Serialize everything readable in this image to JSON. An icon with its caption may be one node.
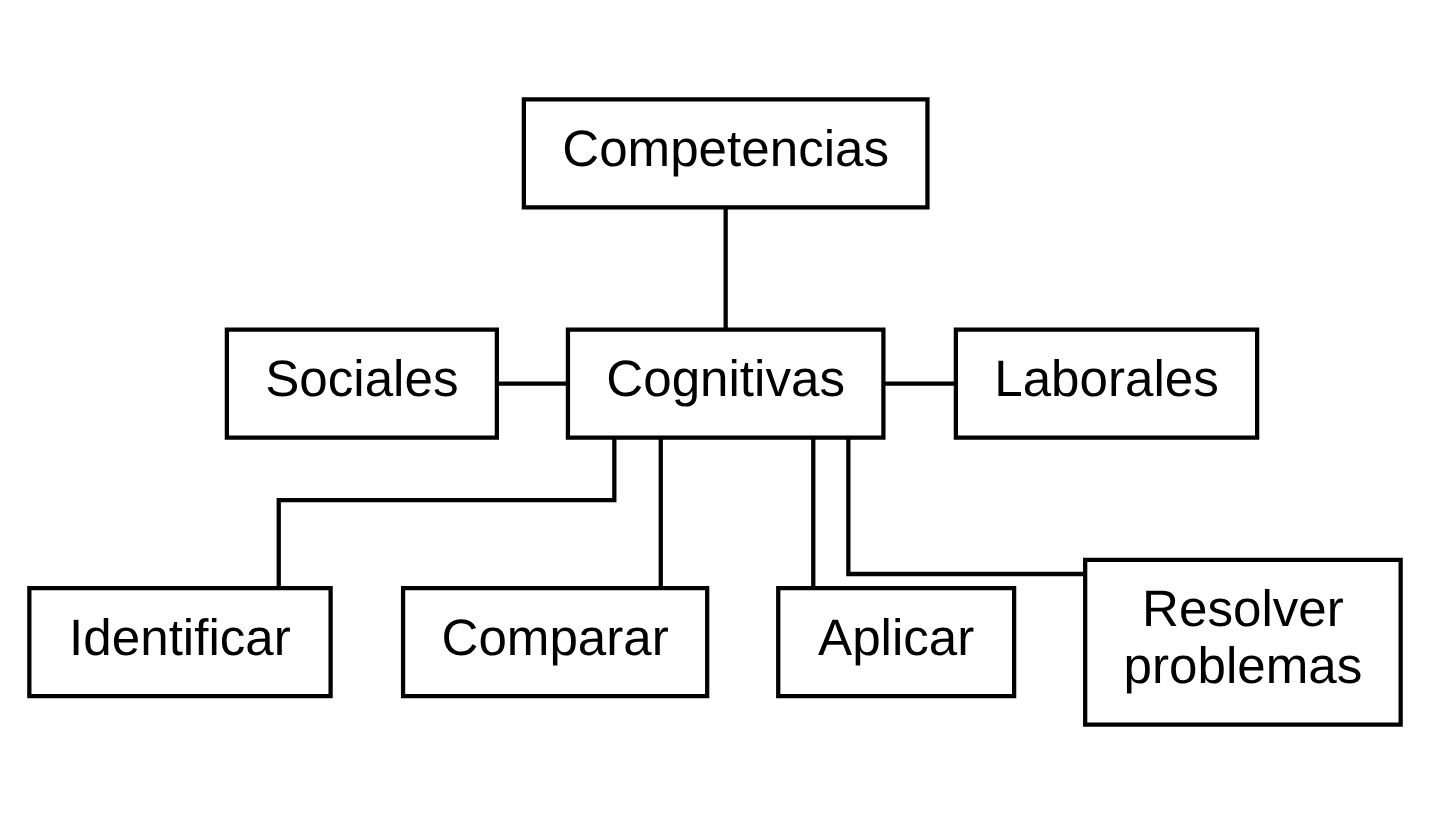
{
  "diagram": {
    "nodes": [
      {
        "text": [
          "Competencias"
        ]
      },
      {
        "text": [
          "Sociales"
        ]
      },
      {
        "text": [
          "Cognitivas"
        ]
      },
      {
        "text": [
          "Laborales"
        ]
      },
      {
        "text": [
          "Identificar"
        ]
      },
      {
        "text": [
          "Comparar"
        ]
      },
      {
        "text": [
          "Aplicar"
        ]
      },
      {
        "text": [
          "Resolver problemas"
        ]
      }
    ],
    "edges": [
      {
        "from": 0,
        "to": 2,
        "arrow": "none"
      },
      {
        "from": 1,
        "to": 2,
        "arrow": "none"
      },
      {
        "from": 2,
        "to": 3,
        "arrow": "none"
      },
      {
        "from": 2,
        "to": 4,
        "arrow": "none"
      },
      {
        "from": 2,
        "to": 5,
        "arrow": "none"
      },
      {
        "from": 2,
        "to": 6,
        "arrow": "none"
      },
      {
        "from": 2,
        "to": 7,
        "arrow": "none"
      }
    ]
  }
}
